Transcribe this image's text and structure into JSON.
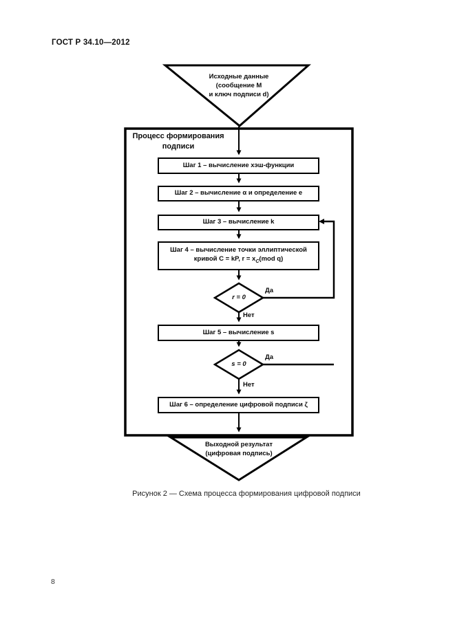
{
  "page": {
    "header": "ГОСТ Р 34.10—2012",
    "caption": "Рисунок 2 — Схема процесса формирования цифровой подписи",
    "page_number": "8"
  },
  "flowchart": {
    "input_block": "Исходные данные\n(сообщение М\nи ключ подписи d)",
    "process_title": "Процесс формирования\nподписи",
    "steps": {
      "step1": "Шаг 1 – вычисление хэш-функции",
      "step2": "Шаг 2 – вычисление α и определение е",
      "step3": "Шаг 3 – вычисление k",
      "step4_line1": "Шаг 4 – вычисление точки эллиптической",
      "step4_line2_pre": "кривой С = kP, r = x",
      "step4_line2_sub": "C",
      "step4_line2_post": "(mod q)",
      "step5": "Шаг 5 – вычисление s",
      "step6": "Шаг 6 – определение цифровой подписи ζ"
    },
    "decisions": {
      "d1": "r = 0",
      "d2": "s = 0"
    },
    "labels": {
      "yes": "Да",
      "no": "Нет"
    },
    "output_block": "Выходной результат\n(цифровая подпись)"
  },
  "colors": {
    "line": "#000000",
    "background": "#ffffff",
    "text": "#111111"
  }
}
